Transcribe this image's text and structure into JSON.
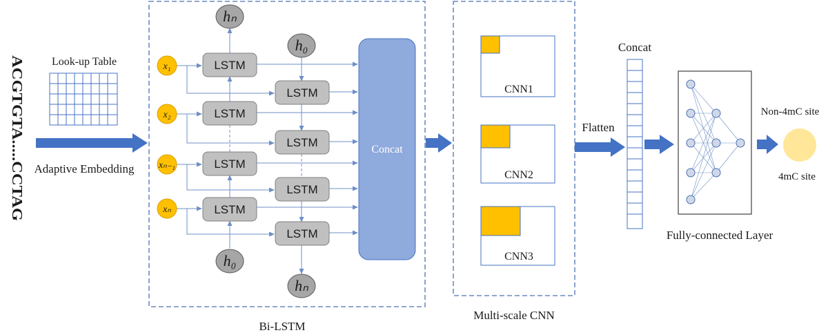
{
  "sequence": "ACGTGTA.....CCTAG",
  "lookup_table_label": "Look-up Table",
  "adaptive_embedding_label": "Adaptive Embedding",
  "bilstm": {
    "lstm_label": "LSTM",
    "concat_label": "Concat",
    "caption": "Bi-LSTM",
    "inputs": [
      "x₁",
      "x₂",
      "xₙ₋₁",
      "xₙ"
    ],
    "h_n_label": "hₙ",
    "h_0_label": "h₀"
  },
  "cnn": {
    "caption": "Multi-scale CNN",
    "blocks": [
      "CNN1",
      "CNN2",
      "CNN3"
    ]
  },
  "flatten_label": "Flatten",
  "concat_vector_label": "Concat",
  "fc_caption": "Fully-connected Layer",
  "output": {
    "non_4mc_label": "Non-4mC site",
    "site_4mc_label": "4mC site"
  },
  "colors": {
    "arrow_blue": "#4472c4",
    "line_blue": "#6f8fc7",
    "concat_fill": "#8faadc",
    "lstm_fill": "#c0c0c0",
    "input_fill": "#ffc000",
    "state_fill": "#a6a6a6",
    "output_fill": "#ffe699"
  }
}
